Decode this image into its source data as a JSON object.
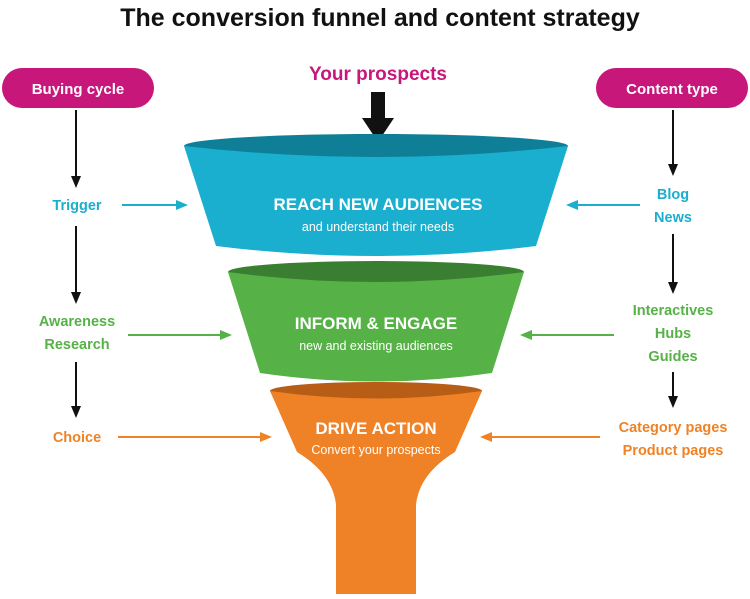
{
  "title": "The conversion funnel and content strategy",
  "prospects_label": "Your prospects",
  "buying_cycle": {
    "header": "Buying cycle",
    "stages": [
      {
        "lines": [
          "Trigger"
        ]
      },
      {
        "lines": [
          "Awareness",
          "Research"
        ]
      },
      {
        "lines": [
          "Choice"
        ]
      }
    ]
  },
  "content_type": {
    "header": "Content type",
    "groups": [
      {
        "lines": [
          "Blog",
          "News"
        ]
      },
      {
        "lines": [
          "Interactives",
          "Hubs",
          "Guides"
        ]
      },
      {
        "lines": [
          "Category pages",
          "Product pages"
        ]
      }
    ]
  },
  "funnel": [
    {
      "title": "REACH NEW AUDIENCES",
      "subtitle": "and understand their needs"
    },
    {
      "title": "INFORM & ENGAGE",
      "subtitle": "new and existing audiences"
    },
    {
      "title": "DRIVE ACTION",
      "subtitle": "Convert your prospects"
    }
  ],
  "colors": {
    "magenta": "#c8177b",
    "blue": "#1aaecf",
    "blue_dark": "#0f7f98",
    "green": "#56b247",
    "green_dark": "#3a7e31",
    "orange": "#ef8226",
    "orange_dark": "#b85d16",
    "black": "#111111",
    "white": "#ffffff"
  }
}
